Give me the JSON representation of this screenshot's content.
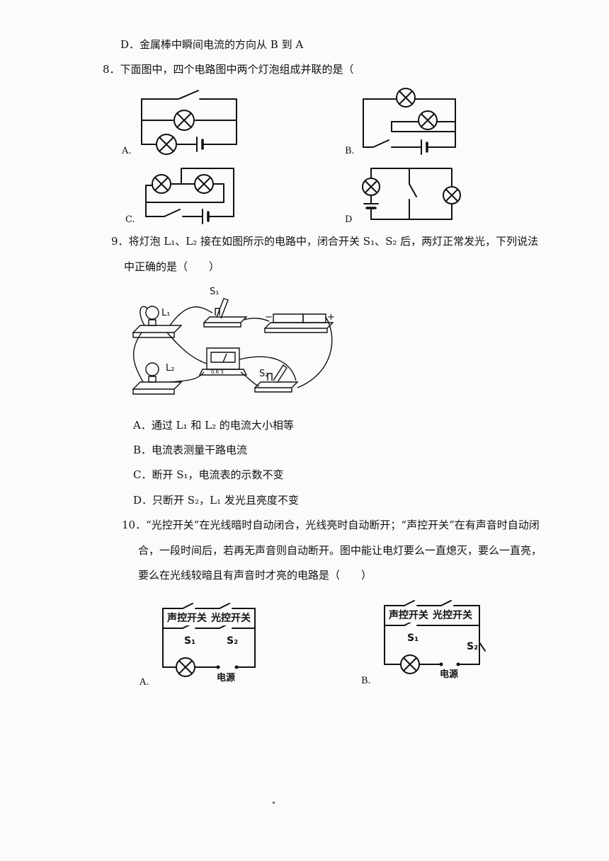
{
  "q7": {
    "option_d": "D．金属棒中瞬间电流的方向从 B 到 A"
  },
  "q8": {
    "stem": "8．下面图中，四个电路图中两个灯泡组成并联的是（",
    "labels": {
      "a": "A.",
      "b": "B.",
      "c": "C.",
      "d": "D"
    }
  },
  "q9": {
    "stem_line1": "9．将灯泡 L₁、L₂ 接在如图所示的电路中，闭合开关 S₁、S₂ 后，两灯正常发光，下列说法",
    "stem_line2": "中正确的是（　　）",
    "figure_labels": {
      "s1": "S₁",
      "l1": "L₁",
      "l2": "L₂",
      "s2": "S₂",
      "battery_minus": "−",
      "battery_plus": "+",
      "meter_scale": "0.6 3"
    },
    "options": {
      "a": "A．通过 L₁ 和 L₂ 的电流大小相等",
      "b": "B．电流表测量干路电流",
      "c": "C．断开 S₁，电流表的示数不变",
      "d": "D．只断开 S₂，L₁ 发光且亮度不变"
    }
  },
  "q10": {
    "line1": "10．“光控开关”在光线暗时自动闭合，光线亮时自动断开；“声控开关”在有声音时自动闭",
    "line2": "合，一段时间后，若再无声音则自动断开。图中能让电灯要么一直熄灭，要么一直亮，",
    "line3": "要么在光线较暗且有声音时才亮的电路是（　　）",
    "fig_a": {
      "sound_switch": "声控开关",
      "light_switch": "光控开关",
      "s1": "S₁",
      "s2": "S₂",
      "source": "电源",
      "label": "A."
    },
    "fig_b": {
      "sound_switch": "声控开关",
      "light_switch": "光控开关",
      "s1": "S₁",
      "s2": "S₂",
      "source": "电源",
      "label": "B."
    }
  }
}
